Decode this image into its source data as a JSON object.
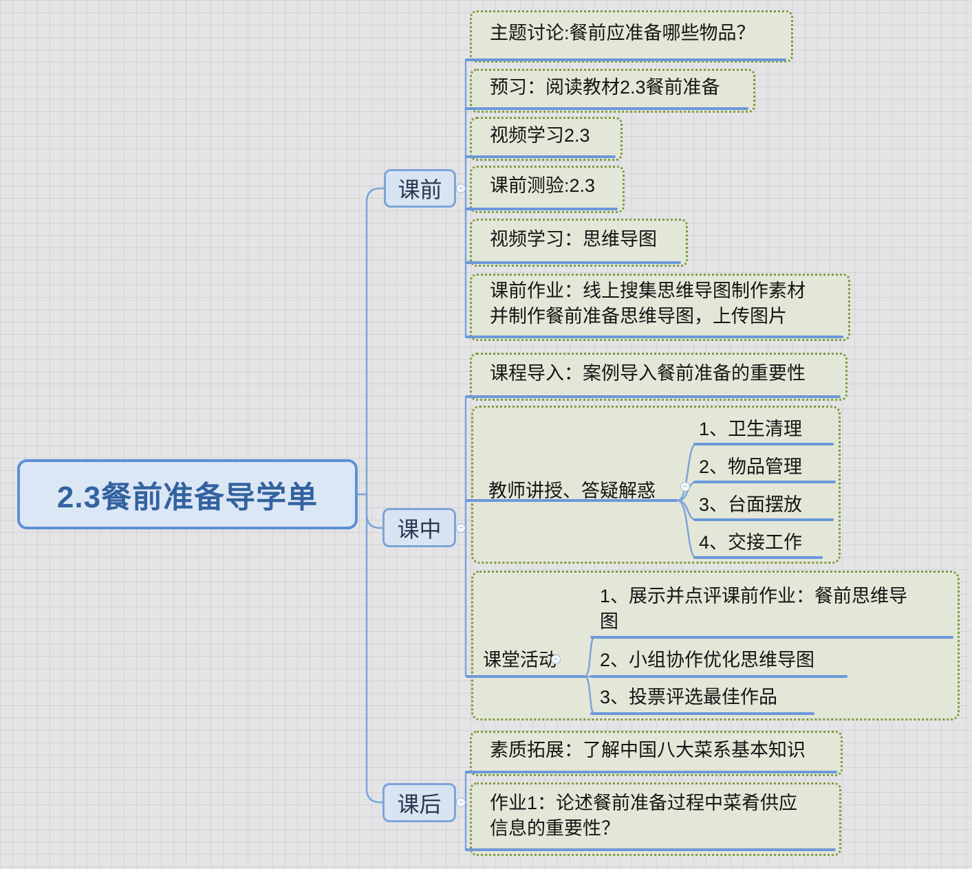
{
  "root": {
    "label": "2.3餐前准备导学单"
  },
  "branches": [
    {
      "label": "课前",
      "children": [
        {
          "label": "主题讨论:餐前应准备哪些物品？"
        },
        {
          "label": "预习：阅读教材2.3餐前准备"
        },
        {
          "label": "视频学习2.3"
        },
        {
          "label": "课前测验:2.3"
        },
        {
          "label": "视频学习：思维导图"
        },
        {
          "lines": [
            "课前作业：线上搜集思维导图制作素材",
            "并制作餐前准备思维导图，上传图片"
          ]
        }
      ]
    },
    {
      "label": "课中",
      "children": [
        {
          "label": "课程导入：案例导入餐前准备的重要性"
        },
        {
          "label": "教师讲授、答疑解惑",
          "subtopics": [
            {
              "label": "1、卫生清理"
            },
            {
              "label": "2、物品管理"
            },
            {
              "label": "3、台面摆放"
            },
            {
              "label": "4、交接工作"
            }
          ]
        },
        {
          "label": "课堂活动",
          "subtopics": [
            {
              "lines": [
                "1、展示并点评课前作业：餐前思维导",
                "图"
              ]
            },
            {
              "label": "2、小组协作优化思维导图"
            },
            {
              "label": "3、投票评选最佳作品"
            }
          ]
        }
      ]
    },
    {
      "label": "课后",
      "children": [
        {
          "label": "素质拓展：了解中国八大菜系基本知识"
        },
        {
          "lines": [
            "作业1：论述餐前准备过程中菜肴供应",
            "信息的重要性？"
          ]
        }
      ]
    }
  ],
  "icons": {
    "collapse": "−"
  },
  "colors": {
    "background": "#e4e4e6",
    "root_border": "#5c8fd6",
    "root_fill": "#dce7f6",
    "root_text": "#33639f",
    "branch_border": "#7ba4d8",
    "branch_fill": "#d9e4f3",
    "topic_border_green": "#7d9a48",
    "topic_fill_green": "#e3e7d7",
    "underline_blue": "#6b98da",
    "connector_blue": "#7ba4d8"
  }
}
